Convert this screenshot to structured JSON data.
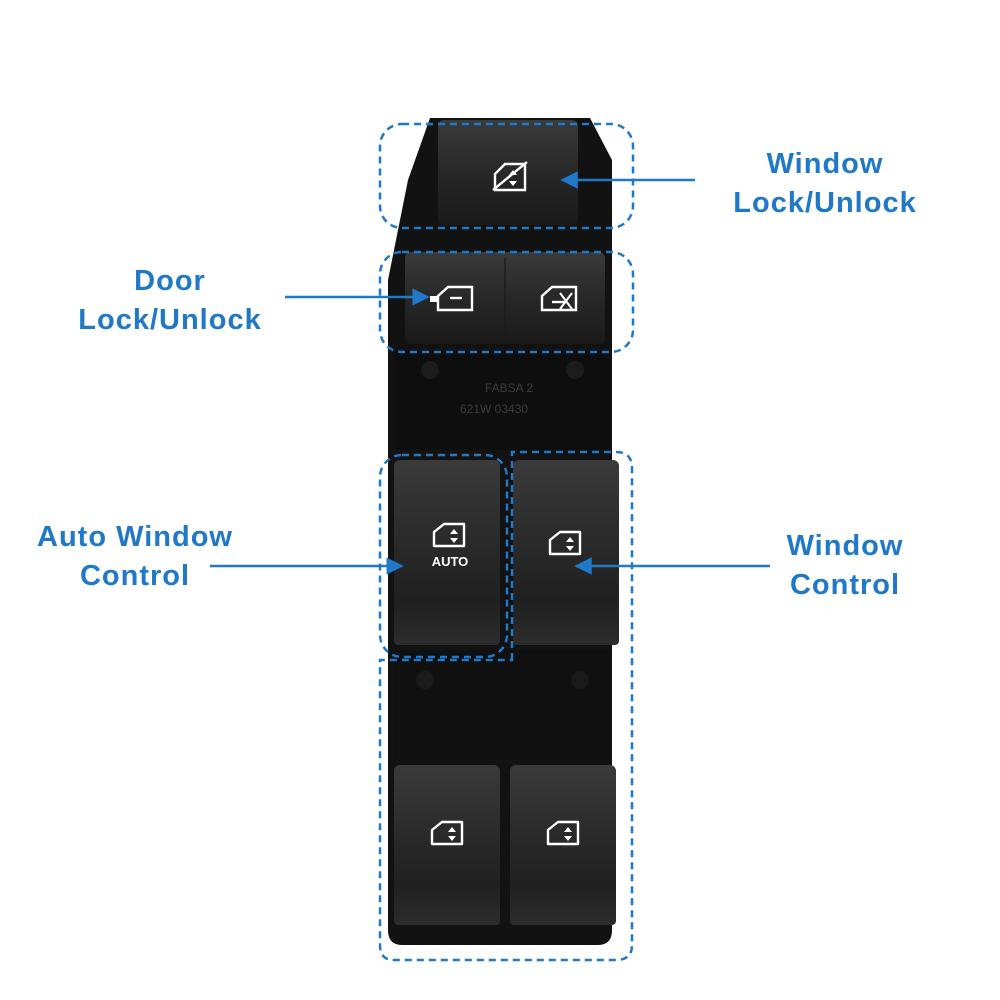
{
  "labels": {
    "window_lock": [
      "Window",
      "Lock/Unlock"
    ],
    "door_lock": [
      "Door",
      "Lock/Unlock"
    ],
    "auto_window": [
      "Auto Window",
      "Control"
    ],
    "window_control": [
      "Window",
      "Control"
    ]
  },
  "switch_text": {
    "auto": "AUTO",
    "part_mark_1": "FABSA 2",
    "part_mark_2": "621W  03430"
  },
  "icons": {
    "window_lock_button": "window-lock-icon",
    "door_lock": "door-lock-icon",
    "door_unlock": "door-unlock-icon",
    "window_up_down": "window-up-down-icon"
  },
  "colors": {
    "accent": "#1f78c8",
    "switch_body": "#141414",
    "button_face": "#2e2e2e"
  }
}
